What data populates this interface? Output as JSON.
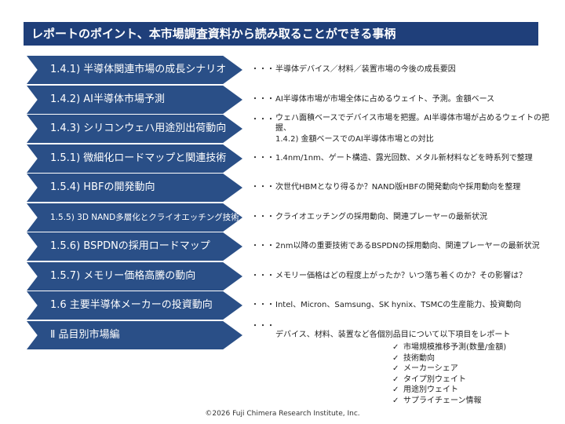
{
  "title": "レポートのポイント、本市場調査資料から読み取ることができる事柄",
  "rows": [
    {
      "label": "1.4.1) 半導体関連市場の成長シナリオ",
      "lead": "・・・",
      "desc": "半導体デバイス／材料／装置市場の今後の成長要因"
    },
    {
      "label": "1.4.2) AI半導体市場予測",
      "lead": "・・・",
      "desc": "AI半導体市場が市場全体に占めるウェイト、予測。金額ベース"
    },
    {
      "label": "1.4.3) シリコンウェハ用途別出荷動向",
      "lead": "・・・",
      "desc": "ウェハ面積ベースでデバイス市場を把握。AI半導体市場が占めるウェイトの把握、\n1.4.2) 金額ベースでのAI半導体市場との対比"
    },
    {
      "label": "1.5.1) 微細化ロードマップと関連技術",
      "lead": "・・・",
      "desc": "1.4nm/1nm、ゲート構造、露光回数、メタル新材料などを時系列で整理"
    },
    {
      "label": "1.5.4) HBFの開発動向",
      "lead": "・・・",
      "desc": "次世代HBMとなり得るか？NAND版HBFの開発動向や採用動向を整理"
    },
    {
      "label": "1.5.5) 3D NAND多層化とクライオエッチング技術",
      "lead": "・・・",
      "desc": "クライオエッチングの採用動向、関連プレーヤーの最新状況"
    },
    {
      "label": "1.5.6) BSPDNの採用ロードマップ",
      "lead": "・・・",
      "desc": "2nm以降の重要技術であるBSPDNの採用動向、関連プレーヤーの最新状況"
    },
    {
      "label": "1.5.7) メモリー価格高騰の動向",
      "lead": "・・・",
      "desc": "メモリー価格はどの程度上がったか？いつ落ち着くのか？その影響は？"
    },
    {
      "label": "1.6 主要半導体メーカーの投資動向",
      "lead": "・・・",
      "desc": "Intel、Micron、Samsung、SK hynix、TSMCの生産能力、投資動向"
    },
    {
      "label": "Ⅱ 品目別市場編",
      "lead": "・・・",
      "desc": "デバイス、材料、装置など各個別品目について以下項目をレポート"
    }
  ],
  "checklist": {
    "mark": "✓",
    "items": [
      "市場規模推移予測(数量/金額)",
      "技術動向",
      "メーカーシェア",
      "タイプ別ウェイト",
      "用途別ウェイト",
      "サプライチェーン情報"
    ]
  },
  "footer": "©2026 Fuji Chimera Research Institute, Inc.",
  "colors": {
    "header_bg": "#1f3f7a",
    "arrow_bg": "#2a4f87",
    "text_on_dark": "#ffffff"
  }
}
